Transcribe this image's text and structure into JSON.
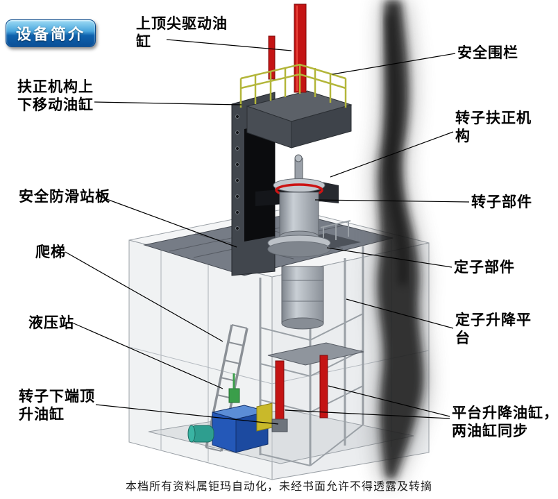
{
  "badge": {
    "label": "设备简介"
  },
  "labels": {
    "top_drive_cylinder": "上顶尖驱动油\n缸",
    "safety_fence": "安全围栏",
    "centering_move_cylinder": "扶正机构上\n下移动油缸",
    "rotor_centering_mech": "转子扶正机\n构",
    "antislip_board": "安全防滑站板",
    "rotor_part": "转子部件",
    "ladder": "爬梯",
    "stator_part": "定子部件",
    "hydraulic_station": "液压站",
    "stator_lift_platform": "定子升降平\n台",
    "rotor_bottom_jack_cylinder": "转子下端顶\n升油缸",
    "platform_lift_cylinder": "平台升降油缸，\n两油缸同步"
  },
  "footer": {
    "text": "本档所有资料属钜玛自动化，未经书面允许不得透露及转摘"
  },
  "colors": {
    "cylinder_red": "#c41414",
    "railing_yellow": "#b3b63a",
    "hydraulic_blue": "#2458b8",
    "badge_blue": "#0d5fae"
  }
}
